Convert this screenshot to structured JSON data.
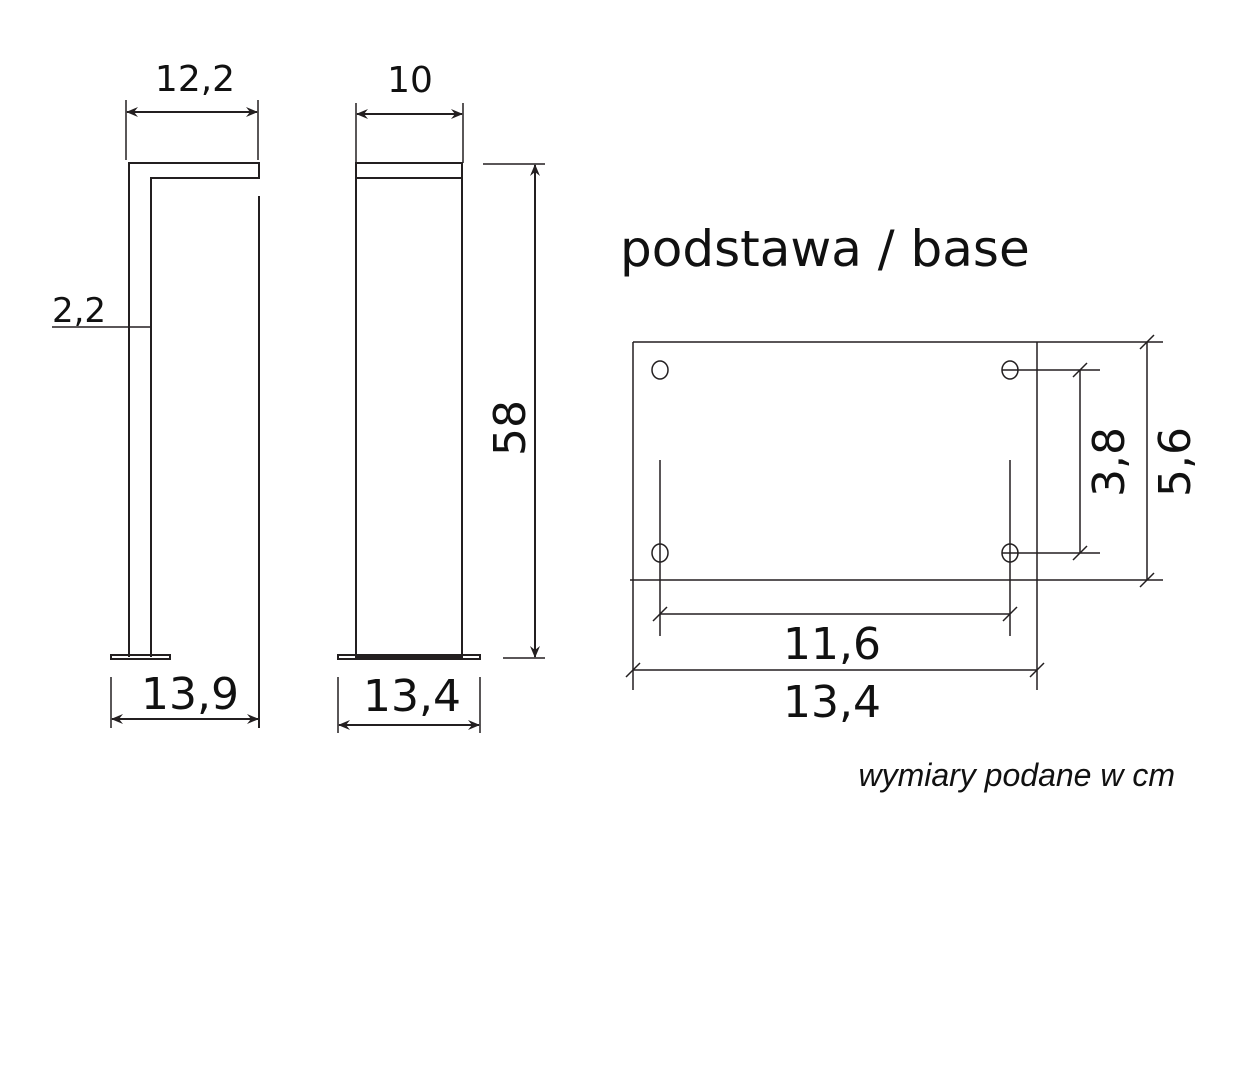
{
  "side_view": {
    "top_width": "12,2",
    "wall_thickness": "2,2",
    "base_width": "13,9"
  },
  "front_view": {
    "top_width": "10",
    "height": "58",
    "base_width": "13,4"
  },
  "base": {
    "title": "podstawa / base",
    "hole_spacing_x": "11,6",
    "width": "13,4",
    "hole_spacing_y": "3,8",
    "depth": "5,6"
  },
  "units_note": "wymiary podane w cm",
  "colors": {
    "line": "#231f20",
    "background": "#ffffff"
  }
}
